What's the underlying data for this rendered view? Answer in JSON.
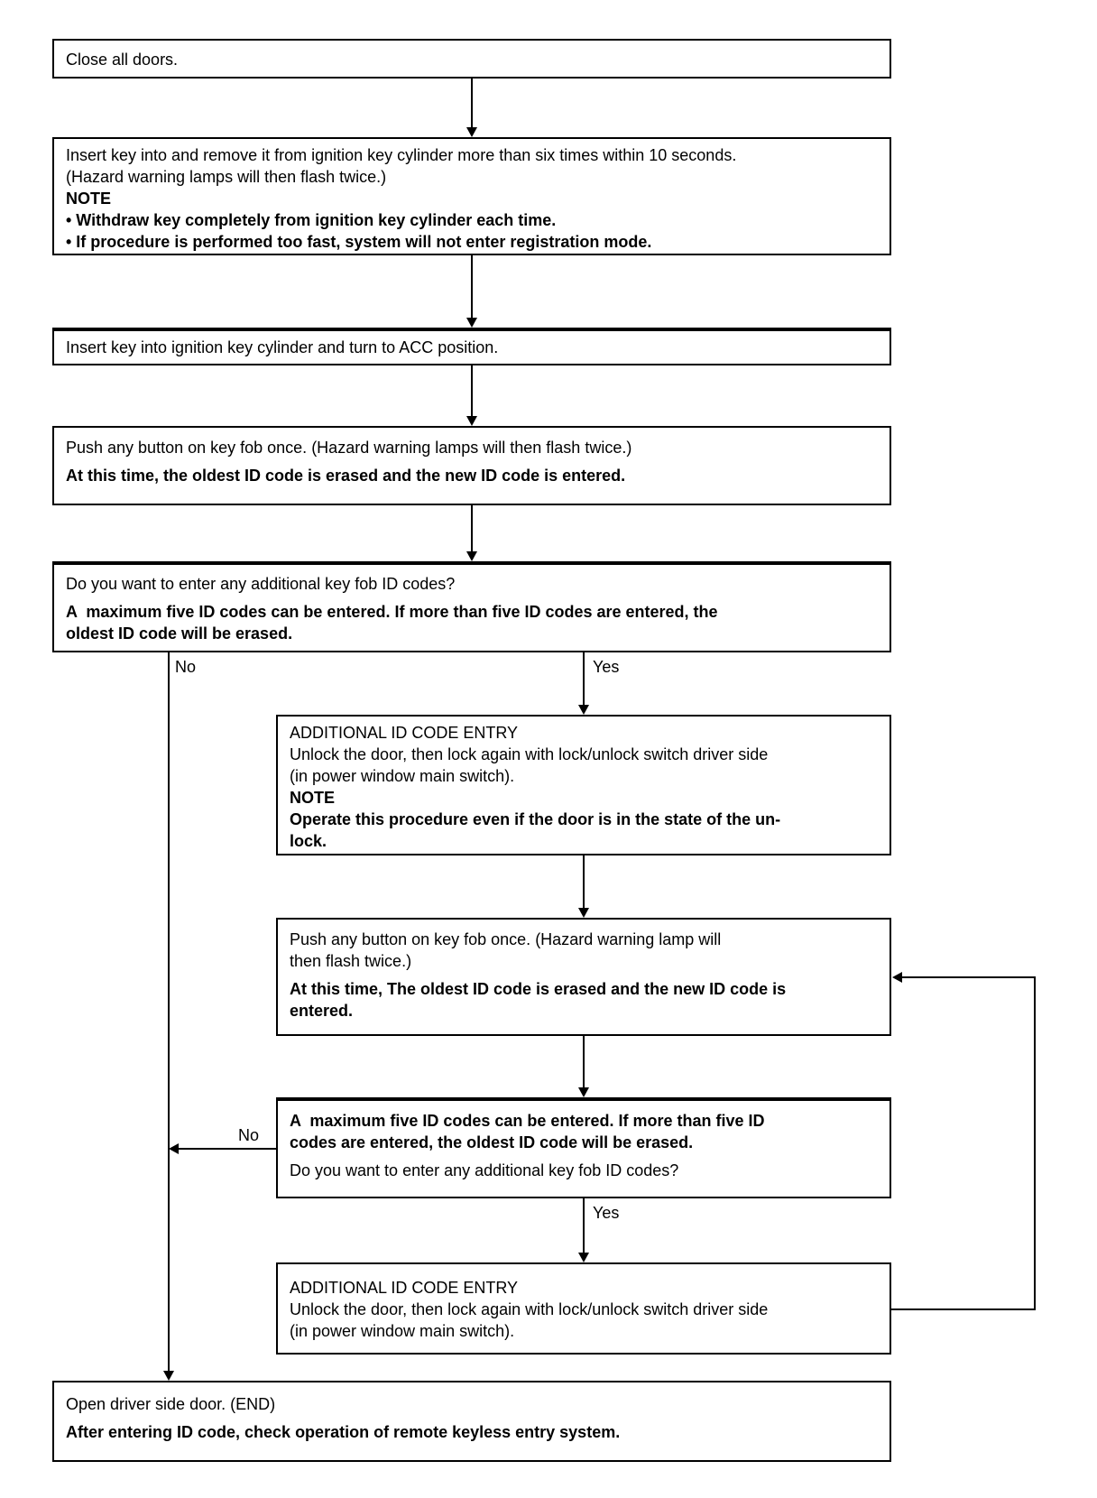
{
  "page": {
    "paper_color": "#ffffff",
    "ink_color": "#000000"
  },
  "flowchart": {
    "boxes": [
      {
        "name": "close-all-doors",
        "lines": [
          "Close all doors."
        ]
      },
      {
        "name": "insert-remove-key",
        "lines": [
          "Insert key into and remove it from ignition key cylinder more than six times within 10 seconds.",
          "(Hazard warning lamps will then flash twice.)",
          "NOTE",
          "• Withdraw key completely from ignition key cylinder each time.",
          "• If procedure is performed too fast, system will not enter registration mode."
        ]
      },
      {
        "name": "turn-to-acc",
        "lines": [
          "Insert key into ignition key cylinder and turn to ACC position."
        ]
      },
      {
        "name": "push-button-first",
        "lines": [
          "Push any button on key fob once. (Hazard warning lamps will then flash twice.)",
          "At this time, the oldest ID code is erased and the new ID code is entered."
        ]
      },
      {
        "name": "additional-codes-question",
        "lines": [
          "Do you want to enter any additional key fob ID codes?",
          "A  maximum five ID codes can be entered. If more than five ID codes are entered, the",
          "oldest ID code will be erased."
        ]
      },
      {
        "name": "additional-id-code-entry-1",
        "lines": [
          "ADDITIONAL ID CODE ENTRY",
          "Unlock the door, then lock again with lock/unlock switch driver side",
          "(in power window main switch).",
          "NOTE",
          "Operate this procedure even if the door is in the state of the un-",
          "lock."
        ]
      },
      {
        "name": "push-button-loop",
        "lines": [
          "Push any button on key fob once. (Hazard warning lamp will",
          "then flash twice.)",
          "At this time, The oldest ID code is erased and the new ID code is",
          "entered."
        ]
      },
      {
        "name": "max-five-codes-question",
        "lines": [
          "A  maximum five ID codes can be entered. If more than five ID",
          "codes are entered, the oldest ID code will be erased.",
          "Do you want to enter any additional key fob ID codes?"
        ]
      },
      {
        "name": "additional-id-code-entry-2",
        "lines": [
          "ADDITIONAL ID CODE ENTRY",
          "Unlock the door, then lock again with lock/unlock switch driver side",
          "(in power window main switch)."
        ]
      },
      {
        "name": "open-driver-door-end",
        "lines": [
          "Open driver side door. (END)",
          "After entering ID code, check operation of remote keyless entry system."
        ]
      }
    ],
    "branch_labels": {
      "no1": "No",
      "yes1": "Yes",
      "no2": "No",
      "yes2": "Yes"
    }
  }
}
